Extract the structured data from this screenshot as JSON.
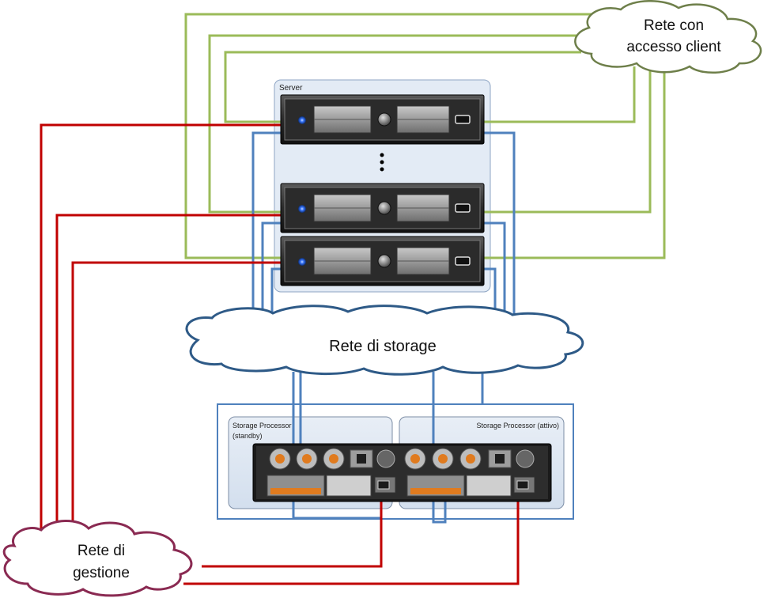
{
  "clouds": {
    "client_network_line1": "Rete con",
    "client_network_line2": "accesso client",
    "storage_network": "Rete di storage",
    "management_network_line1": "Rete di",
    "management_network_line2": "gestione"
  },
  "server_group": {
    "label": "Server",
    "ellipsis": "⋮"
  },
  "storage_processors": {
    "standby_line1": "Storage Processor",
    "standby_line2": "(standby)",
    "active": "Storage Processor (attivo)"
  },
  "colors": {
    "client_link": "#9bbb59",
    "storage_link": "#4f81bd",
    "management_link": "#c00000",
    "server_group_fill": "#dce6f2",
    "cloud_storage_stroke": "#2e5a87",
    "cloud_management_stroke": "#8a2a52"
  }
}
